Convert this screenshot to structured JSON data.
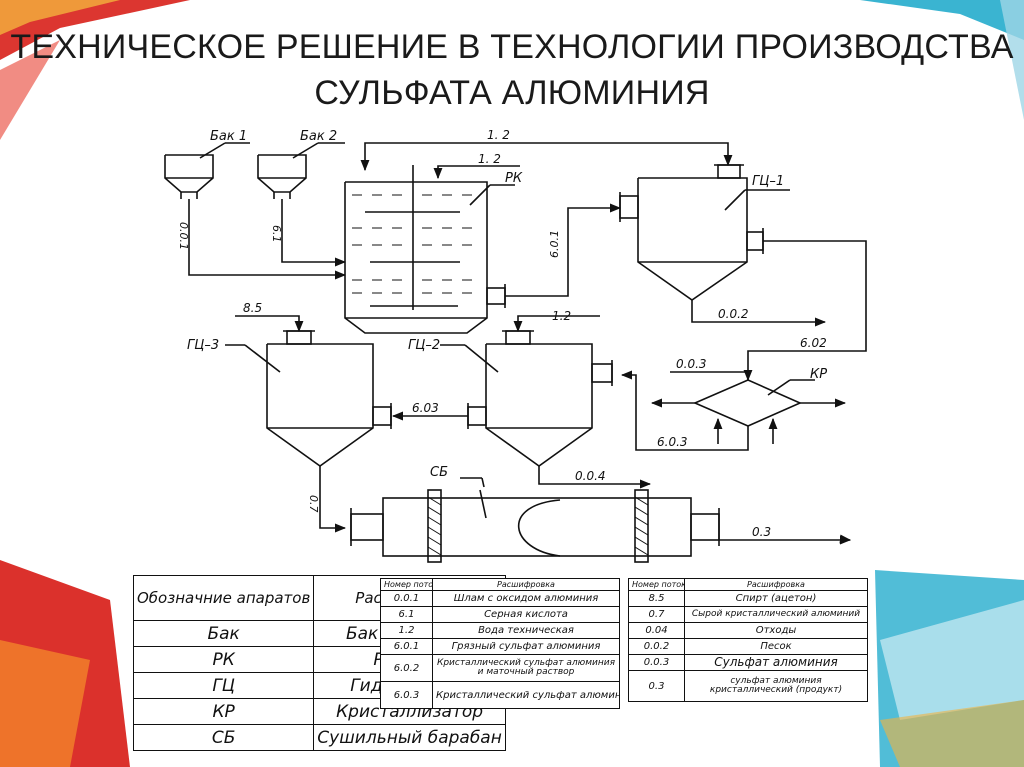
{
  "title": "ТЕХНИЧЕСКОЕ РЕШЕНИЕ В ТЕХНОЛОГИИ ПРОИЗВОДСТВА СУЛЬФАТА АЛЮМИНИЯ",
  "colors": {
    "red_accent": "#d8201a",
    "teal_accent": "#17a7c9",
    "orange_accent": "#f4b33d",
    "line": "#111111"
  },
  "diagram": {
    "apparatus": {
      "bak1": "Бак 1",
      "bak2": "Бак 2",
      "rk": "РК",
      "gc1": "ГЦ–1",
      "gc2": "ГЦ–2",
      "gc3": "ГЦ–3",
      "kr": "КР",
      "sb": "СБ"
    },
    "streams": {
      "s12_top": "1. 2",
      "s12_inner": "1. 2",
      "s001": "0.0.1",
      "s61": "6.1",
      "s601": "6.0.1",
      "s002": "0.0.2",
      "s602": "6.02",
      "s003": "0.0.3",
      "s603_kr": "6.0.3",
      "s85": "8.5",
      "s12_gc2": "1.2",
      "s603_mid": "6.03",
      "s07": "0.7",
      "s004": "0.0.4",
      "s03": "0.3"
    }
  },
  "table_apparatus": {
    "headers": [
      "Обозначние апаратов",
      "Расшифровка"
    ],
    "rows": [
      [
        "Бак",
        "Бак напорный"
      ],
      [
        "РК",
        "Реактор"
      ],
      [
        "ГЦ",
        "Гидроциклон"
      ],
      [
        "КР",
        "Кристаллизатор"
      ],
      [
        "СБ",
        "Сушильный барабан"
      ]
    ]
  },
  "table_streams_1": {
    "headers": [
      "Номер потока",
      "Расшифровка"
    ],
    "rows": [
      [
        "0.0.1",
        "Шлам с оксидом алюминия"
      ],
      [
        "6.1",
        "Серная кислота"
      ],
      [
        "1.2",
        "Вода техническая"
      ],
      [
        "6.0.1",
        "Грязный сульфат алюминия"
      ],
      [
        "6.0.2",
        "Кристаллический сульфат алюминия и маточный раствор"
      ],
      [
        "6.0.3",
        "Кристаллический сульфат алюминия"
      ]
    ]
  },
  "table_streams_2": {
    "headers": [
      "Номер потока",
      "Расшифровка"
    ],
    "rows": [
      [
        "8.5",
        "Спирт (ацетон)"
      ],
      [
        "0.7",
        "Сырой кристаллический алюминий"
      ],
      [
        "0.04",
        "Отходы"
      ],
      [
        "0.0.2",
        "Песок"
      ],
      [
        "0.0.3",
        "Сульфат алюминия"
      ],
      [
        "0.3",
        "сульфат алюминия кристаллический (продукт)"
      ]
    ]
  }
}
